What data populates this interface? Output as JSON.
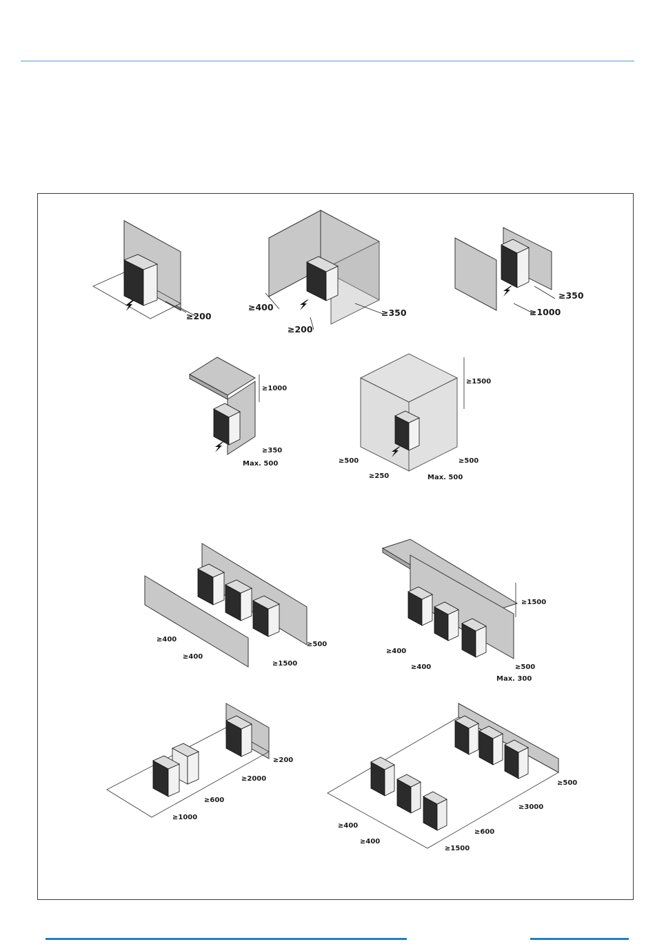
{
  "colors": {
    "header_rule": "#4a9fd8",
    "footer_rule": "#1f7fc4",
    "frame": "#3a3a3a",
    "wall": "#c8c8c8",
    "unit_dark": "#2b2b2b",
    "unit_light": "#f2f2f2"
  },
  "fig1": {
    "d1": "≥200"
  },
  "fig2": {
    "d1": "≥400",
    "d2": "≥350",
    "d3": "≥200"
  },
  "fig3": {
    "d1": "≥350",
    "d2": "≥1000"
  },
  "fig4": {
    "d1": "≥1000",
    "d2": "≥350",
    "d3": "Max. 500"
  },
  "fig5": {
    "d1": "≥1500",
    "d2": "≥500",
    "d3": "≥500",
    "d4": "≥250",
    "d5": "Max. 500"
  },
  "fig6": {
    "d1": "≥400",
    "d2": "≥400",
    "d3": "≥500",
    "d4": "≥1500"
  },
  "fig7": {
    "d1": "≥1500",
    "d2": "≥400",
    "d3": "≥400",
    "d4": "≥500",
    "d5": "Max. 300"
  },
  "fig8": {
    "d1": "≥200",
    "d2": "≥2000",
    "d3": "≥600",
    "d4": "≥1000"
  },
  "fig9": {
    "d1": "≥500",
    "d2": "≥3000",
    "d3": "≥600",
    "d4": "≥400",
    "d5": "≥400",
    "d6": "≥1500"
  }
}
